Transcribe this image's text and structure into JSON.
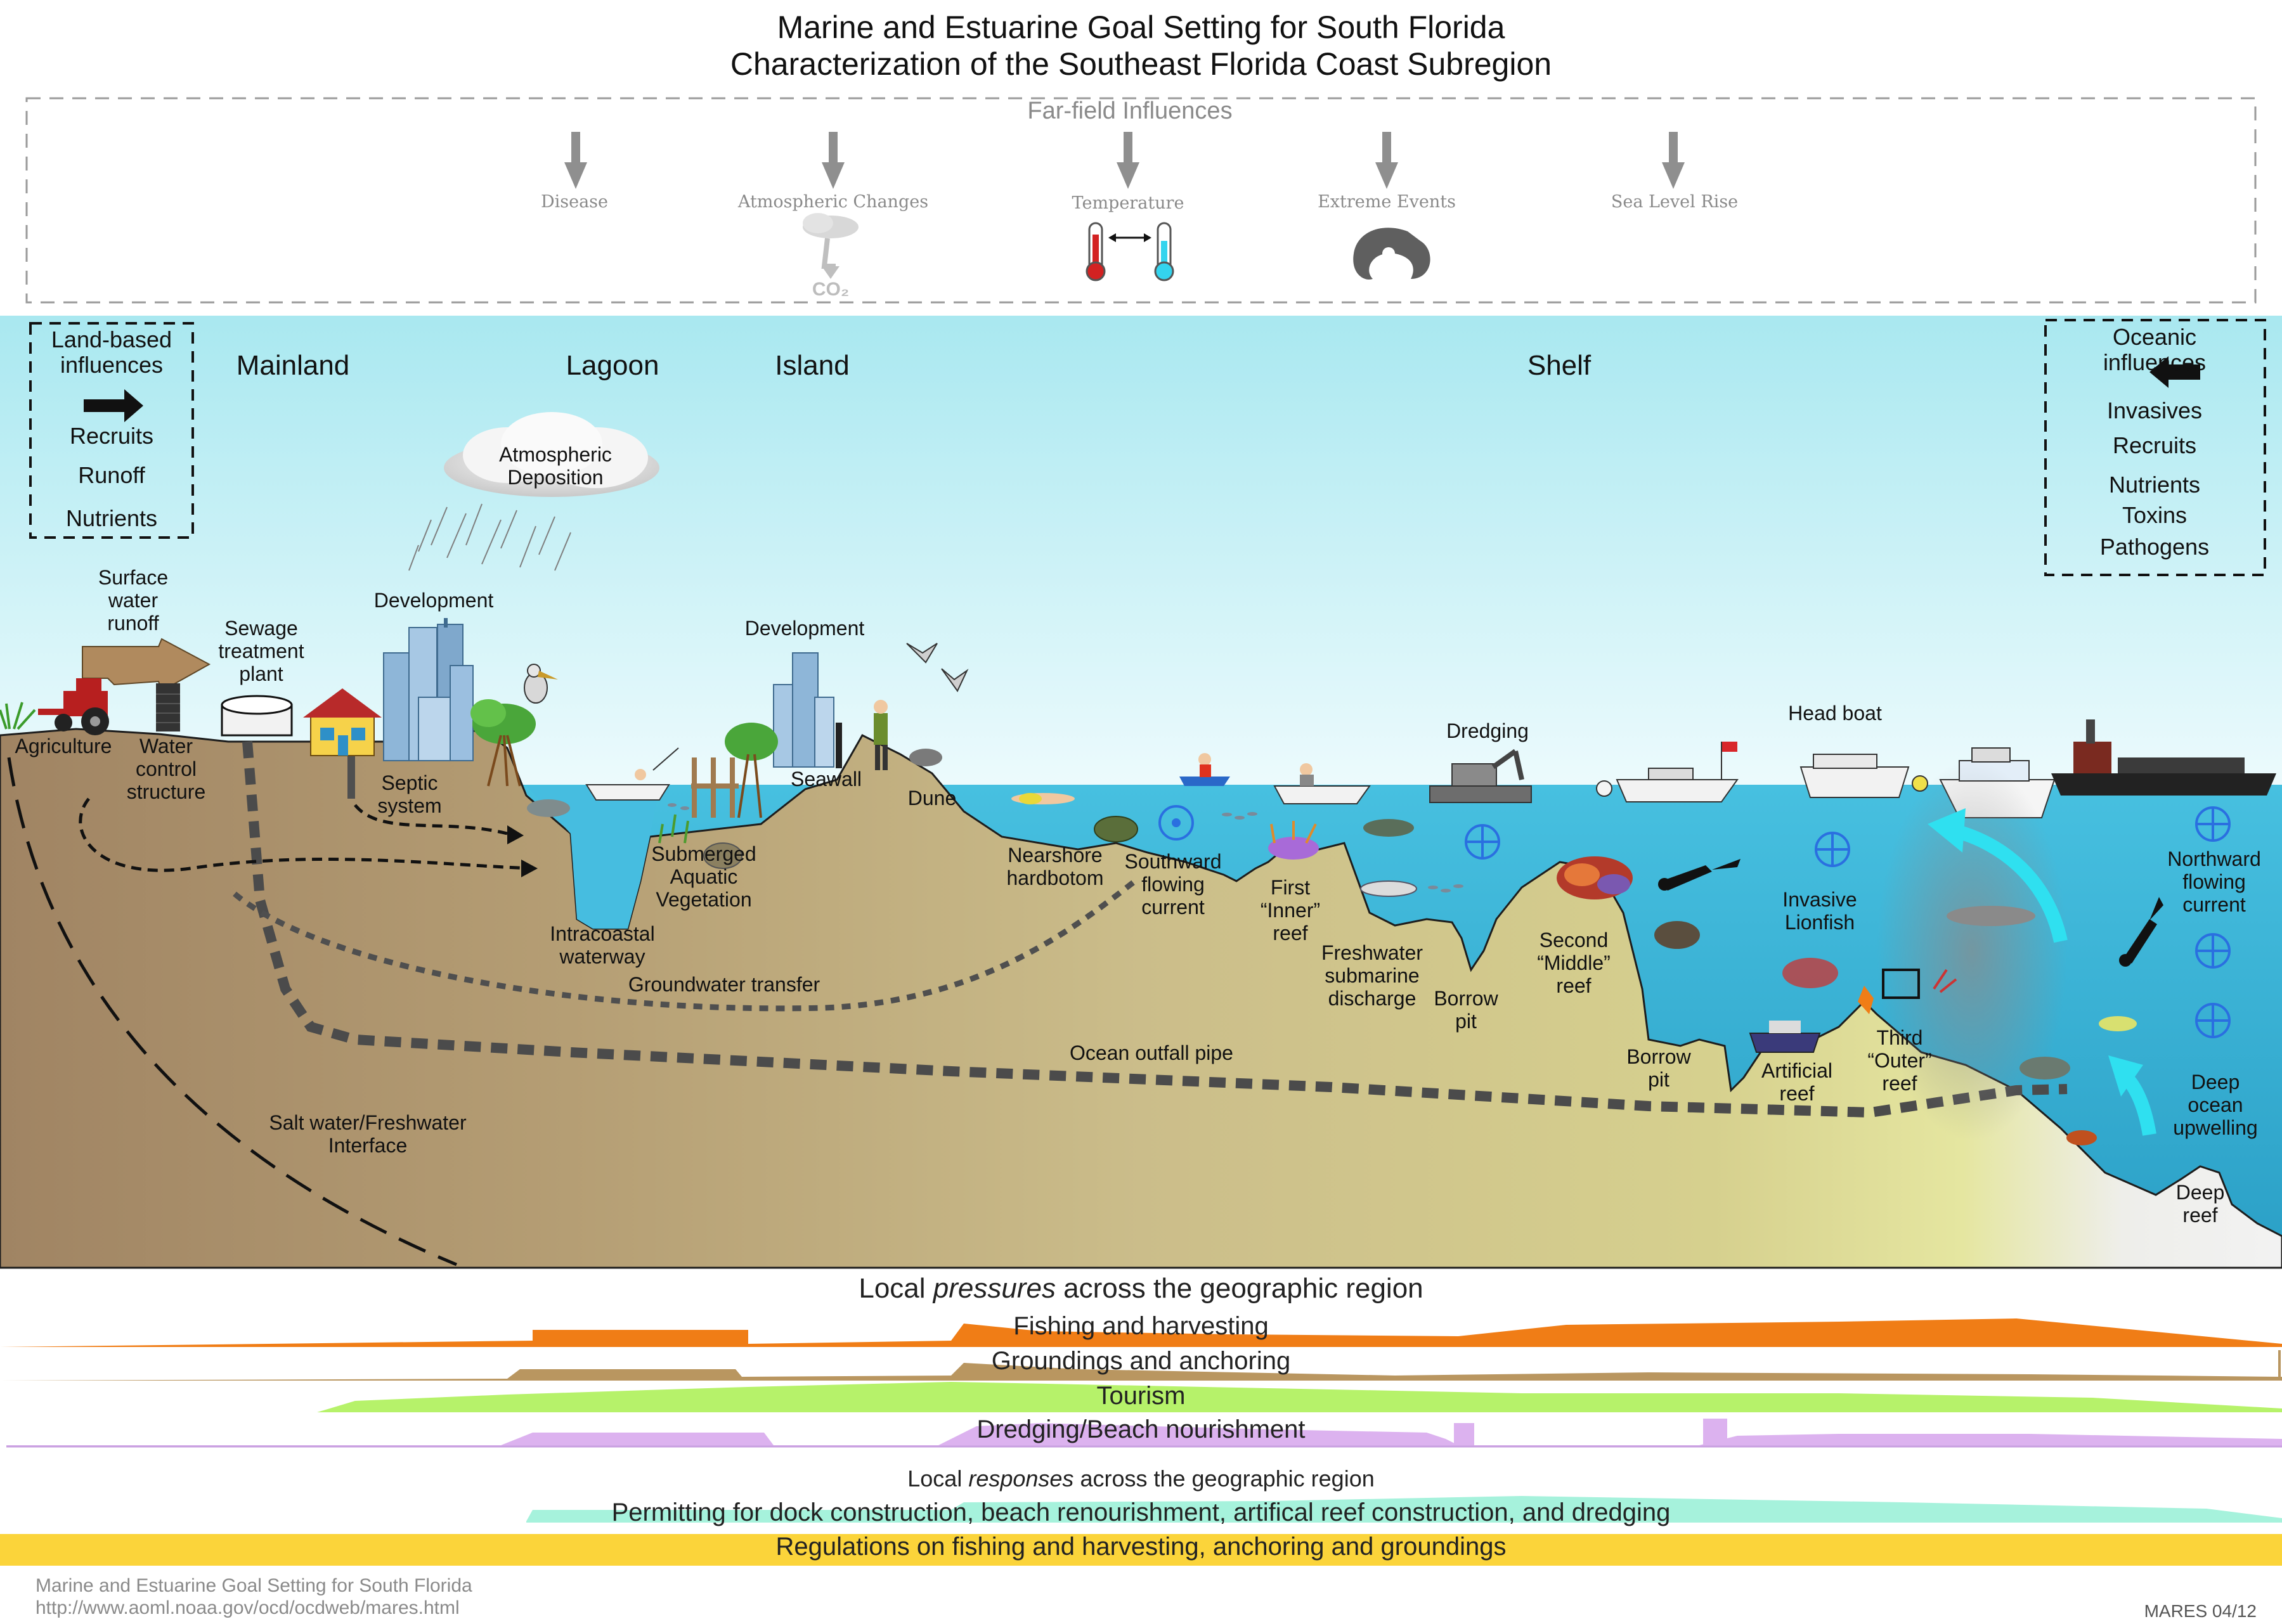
{
  "title": {
    "line1": "Marine and Estuarine Goal Setting for South Florida",
    "line2": "Characterization of the Southeast Florida Coast Subregion"
  },
  "far_field": {
    "heading": "Far-field Influences",
    "items": [
      "Disease",
      "Atmospheric Changes",
      "Temperature",
      "Extreme Events",
      "Sea Level Rise"
    ],
    "co2": "CO₂"
  },
  "land_based": {
    "heading": "Land-based\ninfluences",
    "items": [
      "Recruits",
      "Runoff",
      "Nutrients"
    ]
  },
  "oceanic": {
    "heading": "Oceanic influences",
    "items": [
      "Invasives",
      "Recruits",
      "Nutrients",
      "Toxins",
      "Pathogens"
    ]
  },
  "zones": [
    "Mainland",
    "Lagoon",
    "Island",
    "Shelf"
  ],
  "labels": {
    "atmospheric_deposition": "Atmospheric\nDeposition",
    "surface_runoff": "Surface\nwater\nrunoff",
    "sewage": "Sewage\ntreatment\nplant",
    "development_mainland": "Development",
    "development_island": "Development",
    "agriculture": "Agriculture",
    "water_control": "Water\ncontrol\nstructure",
    "septic": "Septic\nsystem",
    "seawall": "Seawall",
    "dune": "Dune",
    "intracoastal": "Intracoastal\nwaterway",
    "sav": "Submerged\nAquatic\nVegetation",
    "groundwater": "Groundwater transfer",
    "nearshore": "Nearshore\nhardbotom",
    "southward": "Southward\nflowing\ncurrent",
    "first_reef": "First\n“Inner”\nreef",
    "freshwater_discharge": "Freshwater\nsubmarine\ndischarge",
    "borrow_pit_1": "Borrow\npit",
    "dredging": "Dredging",
    "second_reef": "Second\n“Middle”\nreef",
    "borrow_pit_2": "Borrow\npit",
    "head_boat": "Head boat",
    "invasive_lionfish": "Invasive\nLionfish",
    "artificial_reef": "Artificial\nreef",
    "third_reef": "Third\n“Outer”\nreef",
    "northward": "Northward\nflowing\ncurrent",
    "deep_upwelling": "Deep\nocean\nupwelling",
    "deep_reef": "Deep\nreef",
    "outfall": "Ocean outfall pipe",
    "saltwater": "Salt water/Freshwater\nInterface"
  },
  "pressures": {
    "heading_pre": "Local ",
    "heading_em": "pressures",
    "heading_post": " across the geographic region",
    "bands": [
      {
        "label": "Fishing and harvesting",
        "color": "#f07d16"
      },
      {
        "label": "Groundings and anchoring",
        "color": "#b99660"
      },
      {
        "label": "Tourism",
        "color": "#b6f26a"
      },
      {
        "label": "Dredging/Beach nourishment",
        "color": "#dcb2ef"
      }
    ]
  },
  "responses": {
    "heading_pre": "Local ",
    "heading_em": "responses",
    "heading_post": " across the geographic region",
    "bands": [
      {
        "label": "Permitting for dock construction, beach renourishment, artifical reef construction, and dredging",
        "color": "#a6f2dc"
      },
      {
        "label": "Regulations on fishing and harvesting, anchoring and groundings",
        "color": "#fbd43a"
      }
    ]
  },
  "footer": {
    "line1": "Marine and Estuarine Goal Setting for South Florida",
    "line2": "http://www.aoml.noaa.gov/ocd/ocdweb/mares.html",
    "code": "MARES 04/12"
  },
  "colors": {
    "sky_top": "#a9e8f0",
    "water": "#3bb5d8",
    "land": "#a58a66",
    "shelf_sand": "#cfc491",
    "current_arrow": "#2fe0f0",
    "current_symbol": "#2a6fe0"
  }
}
